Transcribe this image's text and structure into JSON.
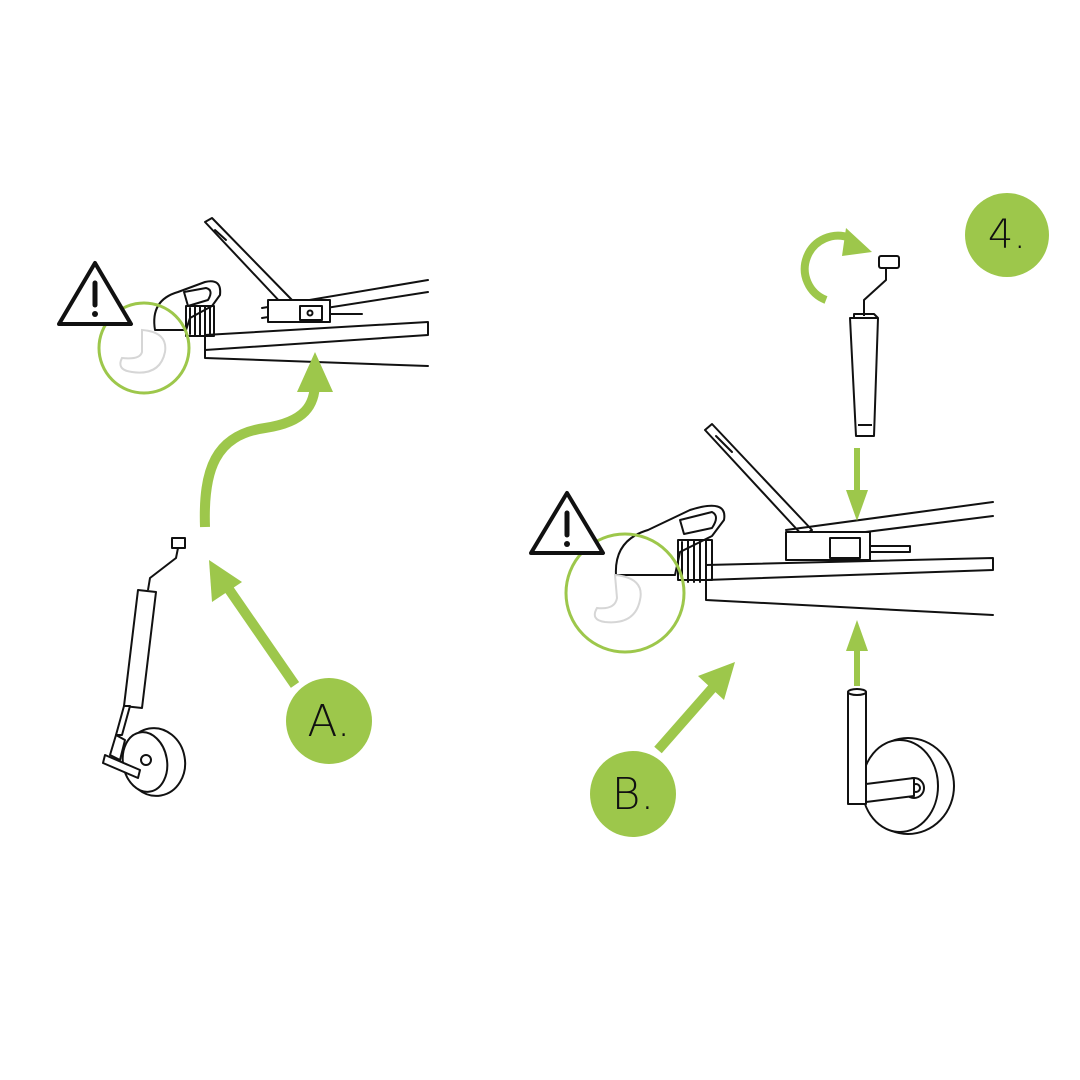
{
  "step": {
    "label": "4."
  },
  "callouts": [
    {
      "label": "A."
    },
    {
      "label": "B."
    }
  ],
  "icons": {
    "warning": "warning-triangle-icon",
    "rotate": "rotate-clockwise-icon"
  },
  "colors": {
    "accent": "#9dc74b",
    "line": "#111111",
    "ghost": "#d6d6d6",
    "background": "#ffffff"
  }
}
